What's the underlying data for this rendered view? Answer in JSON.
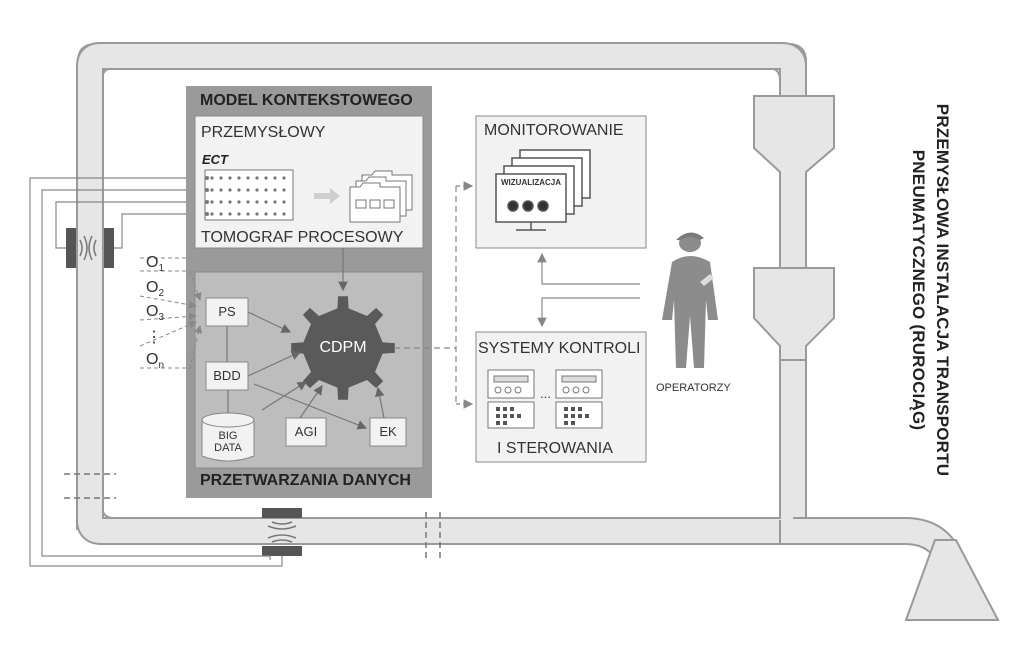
{
  "diagram": {
    "context_model": {
      "title": "MODEL KONTEKSTOWEGO",
      "industrial_label": "PRZEMYSŁOWY",
      "ect_label": "ECT",
      "tomograph_label": "TOMOGRAF PROCESOWY",
      "processing_title": "PRZETWARZANIA DANYCH"
    },
    "processing": {
      "ps": "PS",
      "bdd": "BDD",
      "cdpm": "CDPM",
      "agi": "AGI",
      "ek": "EK",
      "big_data_line1": "BIG",
      "big_data_line2": "DATA"
    },
    "inputs": [
      {
        "base": "O",
        "sub": "1"
      },
      {
        "base": "O",
        "sub": "2"
      },
      {
        "base": "O",
        "sub": "3"
      },
      {
        "base": "⋮",
        "sub": ""
      },
      {
        "base": "O",
        "sub": "n"
      }
    ],
    "monitoring": {
      "title": "MONITOROWANIE",
      "screen_label": "WIZUALIZACJA"
    },
    "control": {
      "title": "SYSTEMY KONTROLI",
      "subtitle": "I STEROWANIA",
      "ellipsis": "..."
    },
    "operators_label": "OPERATORZY",
    "installation_title_line1": "PRZEMYSŁOWA INSTALACJA TRANSPORTU",
    "installation_title_line2": "PNEUMATYCZNEGO (RUROCIĄG)"
  },
  "colors": {
    "pipe_fill": "#e6e6e6",
    "pipe_stroke": "#9a9a9a",
    "outer_panel": "#9a9a9a",
    "inner_panel": "#bdbdbd",
    "box_fill": "#f2f2f2",
    "gear": "#5a5a5a",
    "operator": "#8c8c8c"
  }
}
